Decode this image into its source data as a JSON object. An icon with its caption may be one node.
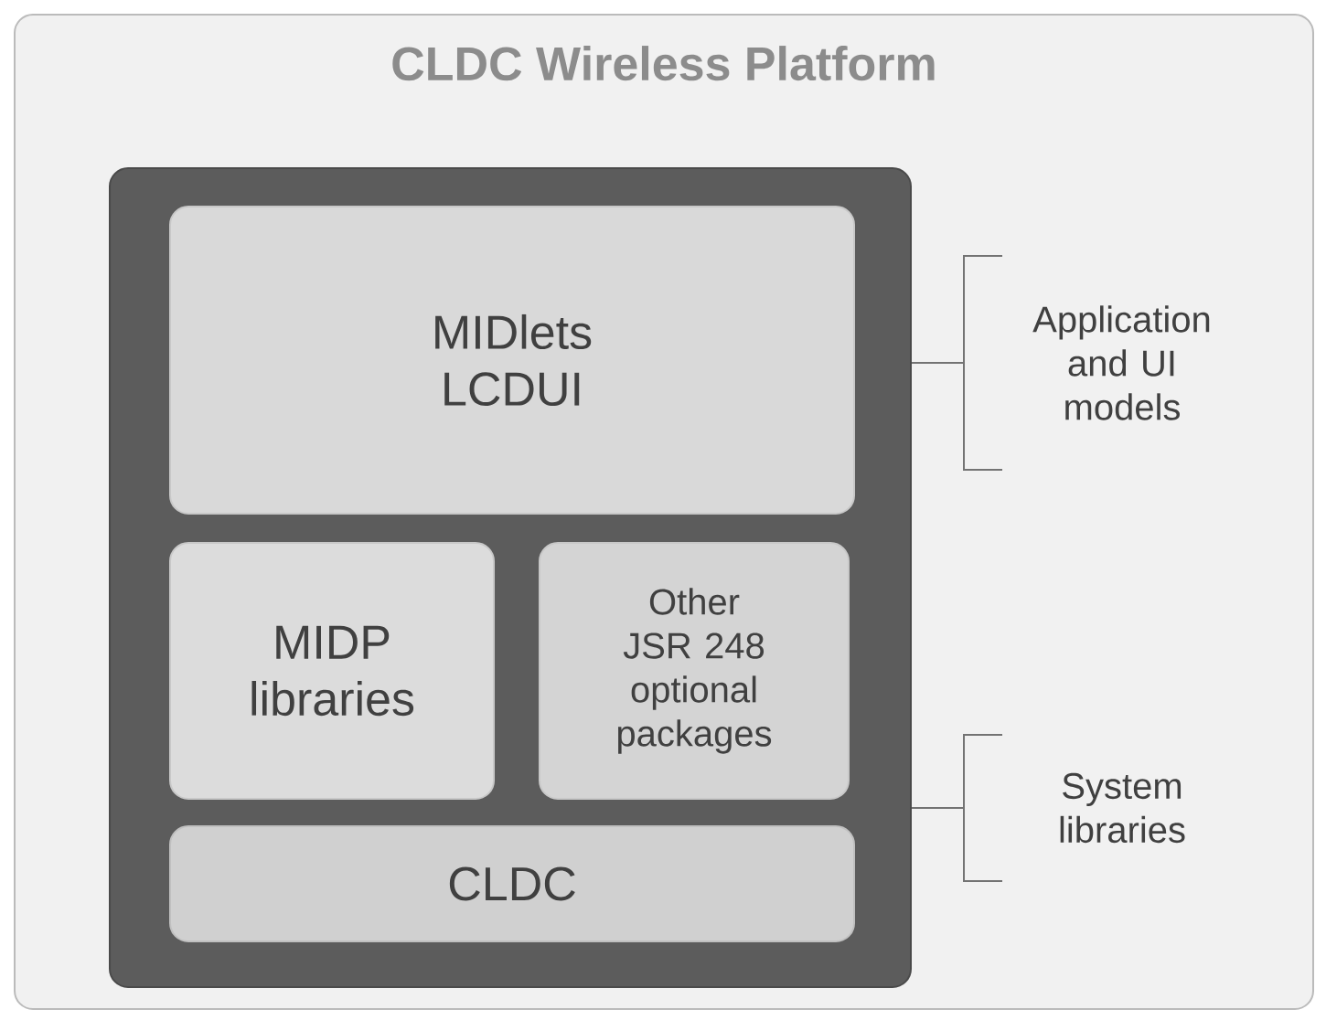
{
  "diagram": {
    "title": "CLDC Wireless Platform",
    "nodes": [
      {
        "text": [],
        "shape": "box"
      },
      {
        "text": [],
        "shape": "box",
        "in": 0
      },
      {
        "text": [
          "MIDlets LCDUI"
        ],
        "in": 1
      },
      {
        "text": [
          "MIDP libraries"
        ],
        "in": 1
      },
      {
        "text": [
          "Other JSR 248 optional packages"
        ],
        "in": 1
      },
      {
        "text": [
          "CLDC"
        ],
        "in": 1
      },
      {
        "text": [
          "Application and UI models"
        ],
        "in": 0
      },
      {
        "text": [
          "System libraries"
        ],
        "in": 0
      }
    ],
    "edges": [
      {
        "from": 6,
        "to": 1,
        "arrow": "none"
      },
      {
        "from": 7,
        "to": 1,
        "arrow": "none"
      }
    ]
  }
}
